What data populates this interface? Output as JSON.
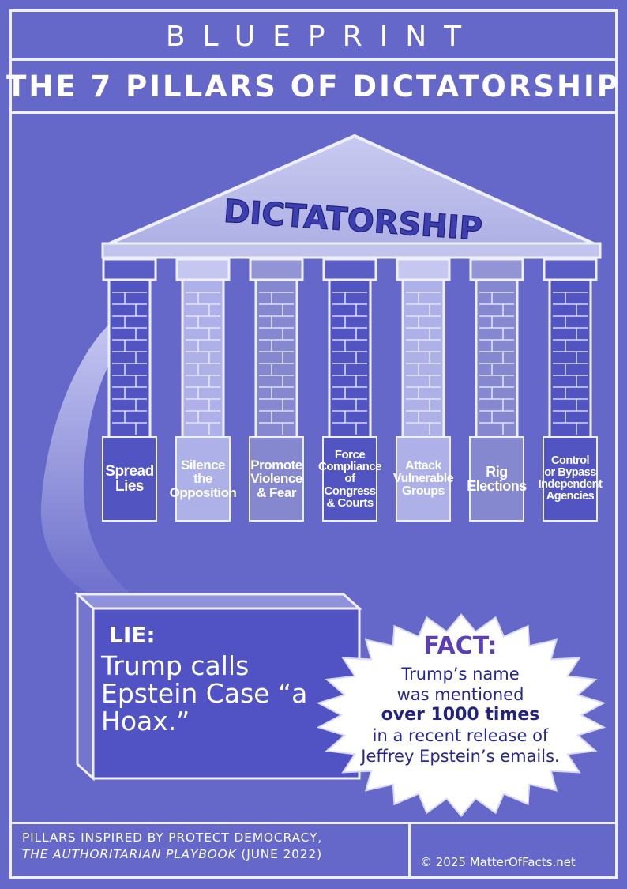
{
  "header": {
    "kicker": "BLUEPRINT",
    "title": "THE 7 PILLARS OF DICTATORSHIP"
  },
  "temple": {
    "roof_label": "DICTATORSHIP",
    "pillars": [
      {
        "label": "Spread\nLies",
        "tone": "dark"
      },
      {
        "label": "Silence\nthe\nOpposition",
        "tone": "light"
      },
      {
        "label": "Promote\nViolence\n& Fear",
        "tone": "mid"
      },
      {
        "label": "Force\nCompliance\nof Congress\n& Courts",
        "tone": "dark"
      },
      {
        "label": "Attack\nVulnerable\nGroups",
        "tone": "light"
      },
      {
        "label": "Rig\nElections",
        "tone": "mid"
      },
      {
        "label": "Control\nor Bypass\nIndependent\nAgencies",
        "tone": "dark"
      }
    ]
  },
  "lie": {
    "label": "LIE:",
    "text": "Trump calls Epstein Case “a Hoax.”"
  },
  "fact": {
    "label": "FACT",
    "colon": ":",
    "line1": "Trump’s name",
    "line2": "was mentioned",
    "line3": "over 1000 times",
    "line4": "in a recent release of",
    "line5": "Jeffrey Epstein’s emails."
  },
  "footer": {
    "source_line1": "PILLARS INSPIRED BY PROTECT DEMOCRACY,",
    "source_line2_title": "THE AUTHORITARIAN PLAYBOOK",
    "source_line2_date": "(JUNE 2022)",
    "copyright": "© 2025 MatterOfFacts.net"
  },
  "colors": {
    "background": "#6567c9",
    "line": "#eef0ff",
    "pillar_dark": "#5254c2",
    "pillar_mid": "#8587cf",
    "pillar_light": "#aeb0e8",
    "roof": "#b9bbe8",
    "roof_text": "#3d3fae",
    "fact_text": "#26268f"
  }
}
